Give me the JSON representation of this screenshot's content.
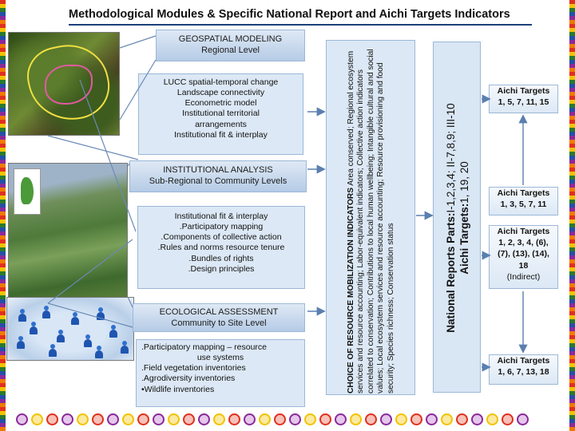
{
  "title": "Methodological Modules & Specific National Report and Aichi Targets Indicators",
  "modules": {
    "geospatial": {
      "header": [
        "GEOSPATIAL MODELING",
        "Regional Level"
      ],
      "body": [
        "LUCC spatial-temporal change",
        "Landscape connectivity",
        "Econometric model",
        "Institutional territorial",
        "arrangements",
        "Institutional fit & interplay"
      ]
    },
    "institutional": {
      "header": [
        "INSTITUTIONAL ANALYSIS",
        "Sub-Regional to Community Levels"
      ],
      "body": [
        "Institutional fit & interplay",
        ".Participatory mapping",
        ".Components of collective action",
        ".Rules and norms resource tenure",
        ".Bundles of rights",
        ".Design principles"
      ]
    },
    "ecological": {
      "header": [
        "ECOLOGICAL ASSESSMENT",
        "Community to Site Level"
      ],
      "body": [
        ".Participatory mapping – resource",
        "use systems",
        ".Field vegetation inventories",
        ".Agrodiversity inventories",
        "•Wildlife inventories"
      ]
    }
  },
  "indicators": {
    "title": "CHOICE OF RESOURCE MOBILIZATION INDICATORS",
    "text": "Area conserved; Regional ecosystem services and resource accounting; Labor-equivalent indicators; Collective action indicators correlated to conservation; Contributions to local human wellbeing; Intangible cultural and social values; Local ecosystem services and resource accounting; Resource provisioning and food security; Species richness; Conservation status"
  },
  "national_reports": {
    "parts_label": "National Reports Parts:",
    "parts_value": "I-1,2,3,4; II-7,8,9; III-10",
    "aichi_label": "Aichi Targets:",
    "aichi_value": "1, 19, 20"
  },
  "aichi_boxes": [
    {
      "title": "Aichi Targets",
      "values": [
        "1, 5, 7, 11, 15"
      ]
    },
    {
      "title": "Aichi Targets",
      "values": [
        "1, 3, 5, 7, 11"
      ]
    },
    {
      "title": "Aichi Targets",
      "values": [
        "1, 2, 3, 4, (6),",
        "(7), (13), (14),",
        "18"
      ],
      "note": "(Indirect)"
    },
    {
      "title": "Aichi Targets",
      "values": [
        "1, 6, 7, 13, 18"
      ]
    }
  ],
  "colors": {
    "title_rule": "#1c3f7a",
    "box_fill": "#dce8f5",
    "box_border": "#9bb8d8",
    "arrow": "#5a7fb0"
  }
}
